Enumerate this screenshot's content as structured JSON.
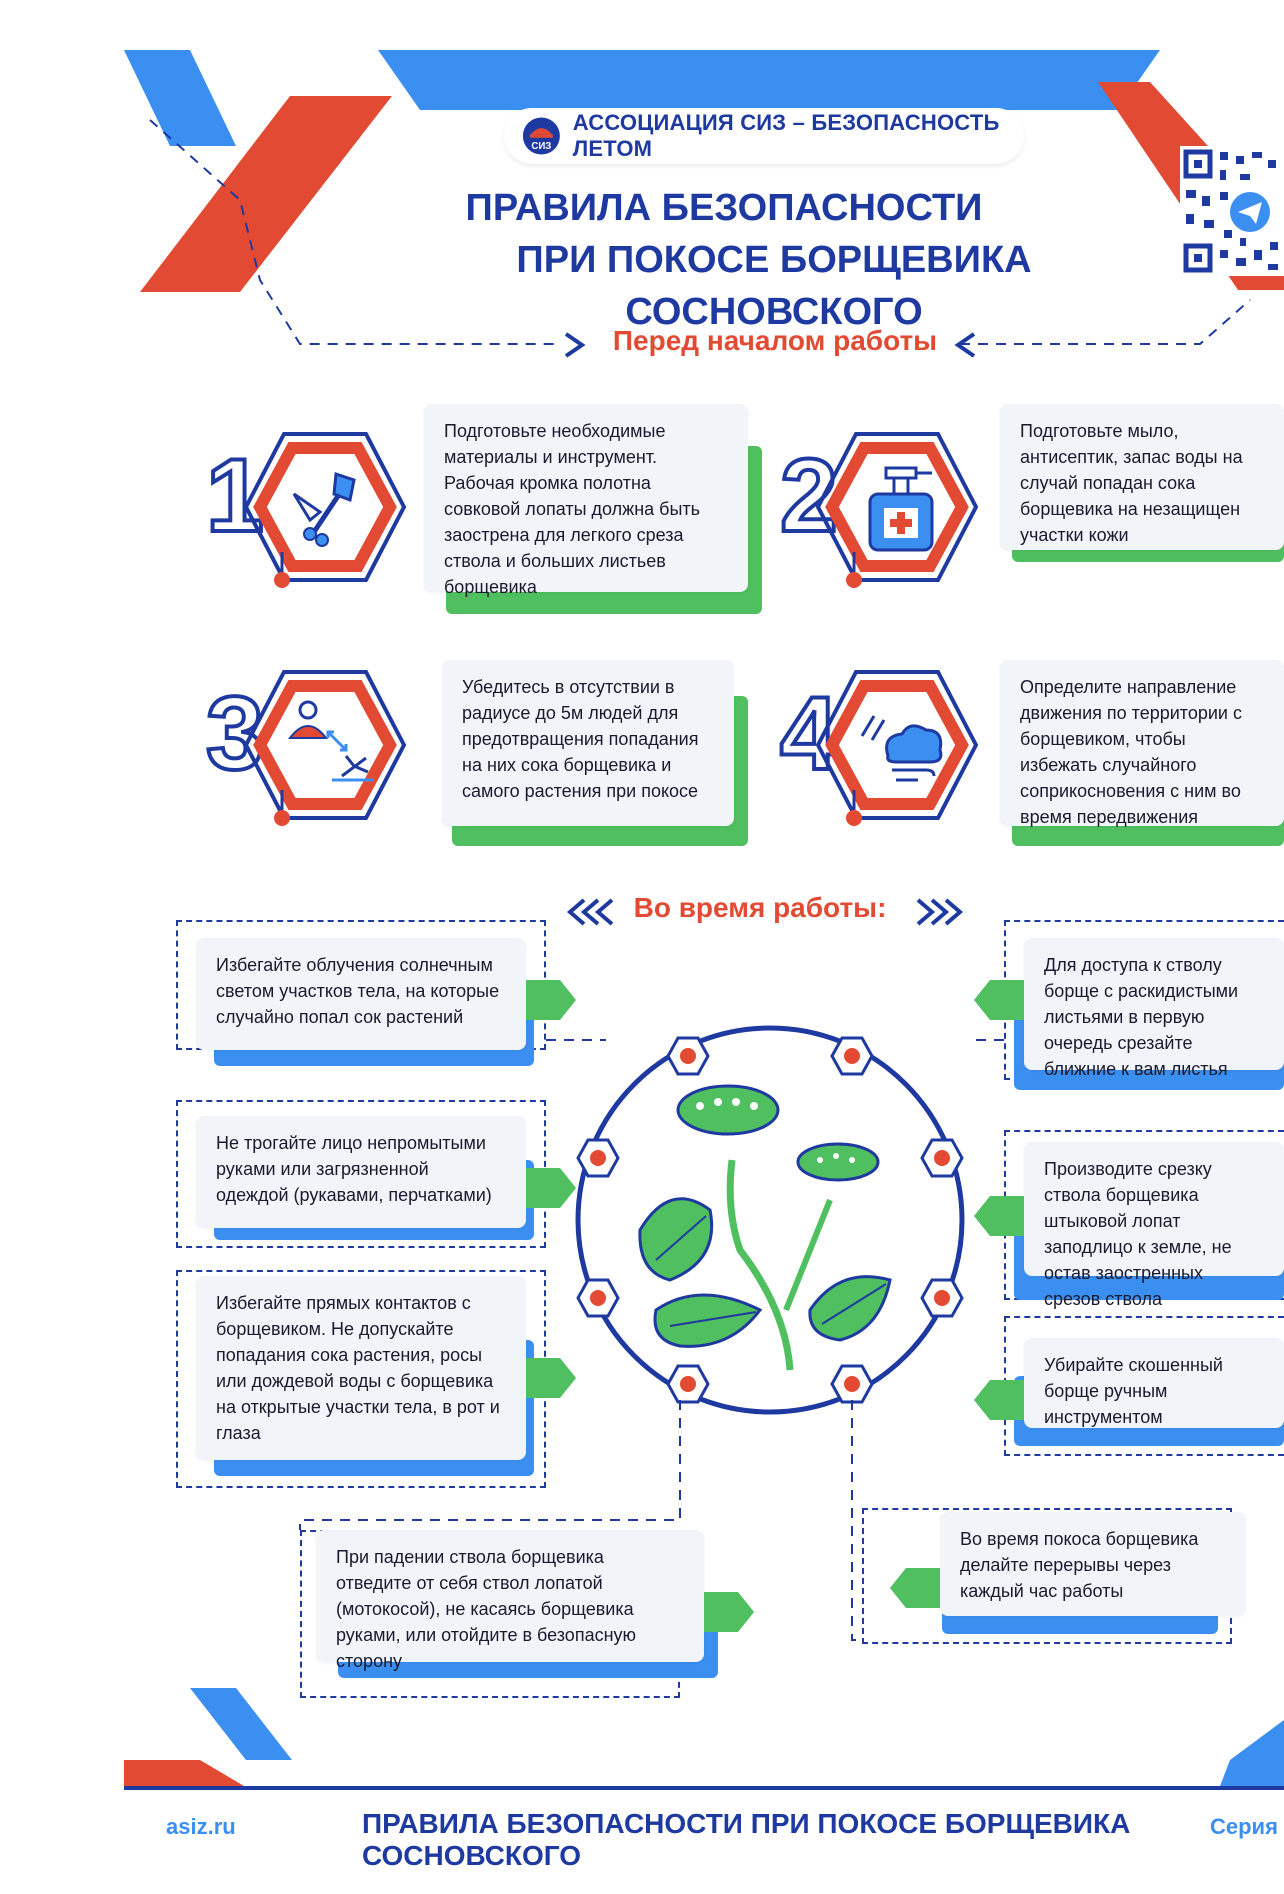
{
  "header": {
    "association": "АССОЦИАЦИЯ СИЗ – БЕЗОПАСНОСТЬ ЛЕТОМ",
    "logo_text": "СИЗ",
    "title_line1": "ПРАВИЛА БЕЗОПАСНОСТИ",
    "title_line2": "ПРИ ПОКОСЕ БОРЩЕВИКА СОСНОВСКОГО"
  },
  "before_work": {
    "heading": "Перед началом работы",
    "steps": [
      {
        "number": "1",
        "text": "Подготовьте необходимые материалы и инструмент. Рабочая кромка полотна совковой лопаты должна быть заострена для легкого среза ствола и больших листьев борщевика",
        "icon": "tools-icon"
      },
      {
        "number": "2",
        "text": "Подготовьте мыло, антисептик, запас воды на случай попадан сока борщевика на незащищен участки кожи",
        "icon": "antiseptic-icon"
      },
      {
        "number": "3",
        "text": "Убедитесь в отсутствии в радиусе до 5м людей для предотвращения попадания на них сока борщевика и самого растения при покосе",
        "icon": "people-distance-icon"
      },
      {
        "number": "4",
        "text": "Определите направление движения по территории с борщевиком, чтобы избежать случайного соприкосновения с ним во время передвижения",
        "icon": "wind-cloud-icon"
      }
    ]
  },
  "during_work": {
    "heading": "Во время работы:",
    "left_rules": [
      "Избегайте облучения солнечным светом участков тела, на которые случайно попал сок растений",
      "Не трогайте лицо непромытыми руками или загрязненной одеждой (рукавами, перчатками)",
      "Избегайте прямых контактов с борщевиком. Не допускайте попадания сока растения, росы или дождевой воды с борщевика на открытые участки тела, в рот и глаза"
    ],
    "right_rules": [
      "Для доступа к стволу борще с раскидистыми листьями в первую очередь срезайте ближние к вам листья",
      "Производите срезку ствола борщевика штыковой лопат заподлицо к земле, не остав заостренных срезов ствола",
      "Убирайте скошенный борще ручным инструментом"
    ],
    "bottom_left": "При падении ствола борщевика отведите от себя ствол лопатой (мотокосой), не касаясь борщевика руками, или отойдите в безопасную сторону",
    "bottom_right": "Во время покоса борщевика делайте перерывы через каждый час работы"
  },
  "footer": {
    "site": "asiz.ru",
    "title": "ПРАВИЛА БЕЗОПАСНОСТИ ПРИ ПОКОСЕ БОРЩЕВИКА СОСНОВСКОГО",
    "series": "Серия Л"
  },
  "colors": {
    "blue": "#1e3aa0",
    "light_blue": "#3b8ff0",
    "red": "#e24a33",
    "green": "#4fbf5f",
    "card_bg": "#f1f4f9"
  }
}
